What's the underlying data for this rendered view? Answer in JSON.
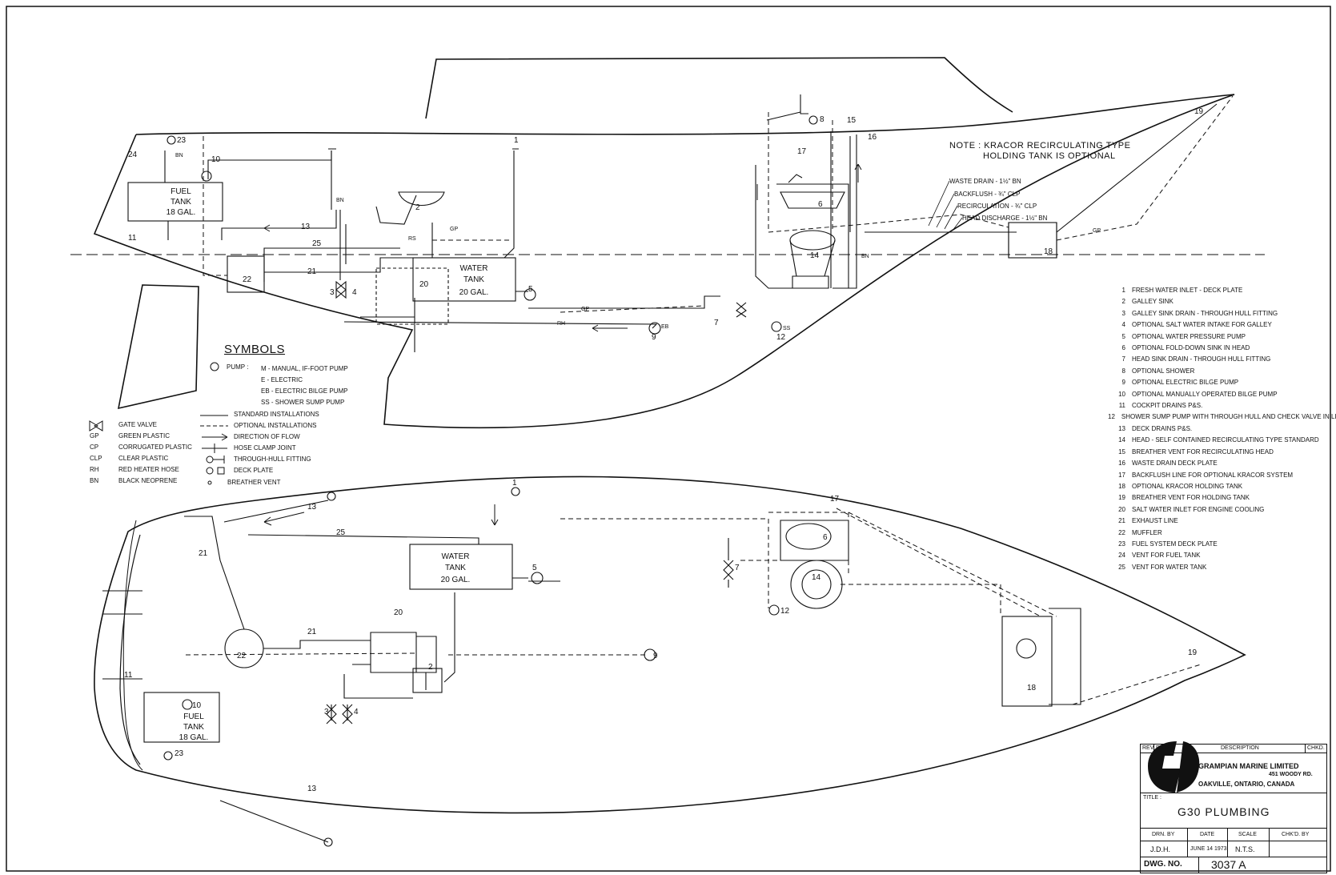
{
  "note": {
    "line1": "NOTE : KRACOR RECIRCULATING TYPE",
    "line2": "HOLDING TANK IS OPTIONAL"
  },
  "tank_labels": {
    "fuel_upper": [
      "FUEL",
      "TANK",
      "18 GAL."
    ],
    "water_upper": [
      "WATER",
      "TANK",
      "20 GAL."
    ],
    "water_lower": [
      "WATER",
      "TANK",
      "20 GAL."
    ],
    "fuel_lower": [
      "FUEL",
      "TANK",
      "18 GAL."
    ]
  },
  "pipe_callouts": [
    "WASTE DRAIN - 1½\" BN",
    "BACKFLUSH - ¾\" CLP",
    "RECIRCULATION - ¾\" CLP",
    "HEAD DISCHARGE - 1½\" BN"
  ],
  "line_codes": [
    "BN",
    "GP",
    "RS",
    "GP",
    "RH",
    "EB",
    "SS",
    "BN",
    "GP",
    "BN"
  ],
  "symbols": {
    "title": "SYMBOLS",
    "pump": "PUMP :",
    "pump_types": [
      "M - MANUAL, IF-FOOT PUMP",
      "E - ELECTRIC",
      "EB - ELECTRIC BILGE PUMP",
      "SS - SHOWER SUMP PUMP"
    ],
    "codes": [
      {
        "code": "GP",
        "text": "GREEN PLASTIC"
      },
      {
        "code": "CP",
        "text": "CORRUGATED PLASTIC"
      },
      {
        "code": "CLP",
        "text": "CLEAR PLASTIC"
      },
      {
        "code": "RH",
        "text": "RED HEATER HOSE"
      },
      {
        "code": "BN",
        "text": "BLACK NEOPRENE"
      }
    ],
    "gate_valve": "GATE VALVE",
    "line_types": [
      "STANDARD INSTALLATIONS",
      "OPTIONAL INSTALLATIONS",
      "DIRECTION OF FLOW",
      "HOSE CLAMP JOINT",
      "THROUGH-HULL FITTING",
      "DECK PLATE",
      "BREATHER VENT"
    ]
  },
  "legend": [
    {
      "n": "1",
      "text": "FRESH WATER INLET - DECK PLATE"
    },
    {
      "n": "2",
      "text": "GALLEY SINK"
    },
    {
      "n": "3",
      "text": "GALLEY SINK DRAIN - THROUGH HULL FITTING"
    },
    {
      "n": "4",
      "text": "OPTIONAL SALT WATER INTAKE FOR GALLEY"
    },
    {
      "n": "5",
      "text": "OPTIONAL WATER PRESSURE PUMP"
    },
    {
      "n": "6",
      "text": "OPTIONAL FOLD-DOWN SINK IN HEAD"
    },
    {
      "n": "7",
      "text": "HEAD SINK DRAIN - THROUGH HULL FITTING"
    },
    {
      "n": "8",
      "text": "OPTIONAL SHOWER"
    },
    {
      "n": "9",
      "text": "OPTIONAL ELECTRIC BILGE PUMP"
    },
    {
      "n": "10",
      "text": "OPTIONAL MANUALLY OPERATED BILGE PUMP"
    },
    {
      "n": "11",
      "text": "COCKPIT DRAINS P&S."
    },
    {
      "n": "12",
      "text": "SHOWER SUMP PUMP WITH THROUGH HULL AND CHECK VALVE IN LINE"
    },
    {
      "n": "13",
      "text": "DECK DRAINS P&S."
    },
    {
      "n": "14",
      "text": "HEAD - SELF CONTAINED RECIRCULATING TYPE STANDARD"
    },
    {
      "n": "15",
      "text": "BREATHER VENT FOR RECIRCULATING HEAD"
    },
    {
      "n": "16",
      "text": "WASTE DRAIN DECK PLATE"
    },
    {
      "n": "17",
      "text": "BACKFLUSH LINE FOR OPTIONAL KRACOR SYSTEM"
    },
    {
      "n": "18",
      "text": "OPTIONAL KRACOR HOLDING TANK"
    },
    {
      "n": "19",
      "text": "BREATHER VENT FOR HOLDING TANK"
    },
    {
      "n": "20",
      "text": "SALT WATER INLET FOR ENGINE COOLING"
    },
    {
      "n": "21",
      "text": "EXHAUST LINE"
    },
    {
      "n": "22",
      "text": "MUFFLER"
    },
    {
      "n": "23",
      "text": "FUEL SYSTEM DECK PLATE"
    },
    {
      "n": "24",
      "text": "VENT FOR FUEL TANK"
    },
    {
      "n": "25",
      "text": "VENT FOR WATER TANK"
    }
  ],
  "title_block": {
    "rev": "REV.",
    "date_hdr": "DATE",
    "description": "DESCRIPTION",
    "chkd": "CHKD.",
    "company": "GRAMPIAN MARINE LIMITED",
    "address1": "451 WOODY RD.",
    "address2": "OAKVILLE, ONTARIO, CANADA",
    "title_label": "TITLE :",
    "title": "G30   PLUMBING",
    "drn_by_label": "DRN. BY",
    "date_label": "DATE",
    "scale_label": "SCALE",
    "chkd_by_label": "CHK'D. BY",
    "drn_by": "J.D.H.",
    "date": "JUNE 14 1973",
    "scale": "N.T.S.",
    "dwg_label": "DWG. NO.",
    "dwg_no": "3037 A"
  }
}
